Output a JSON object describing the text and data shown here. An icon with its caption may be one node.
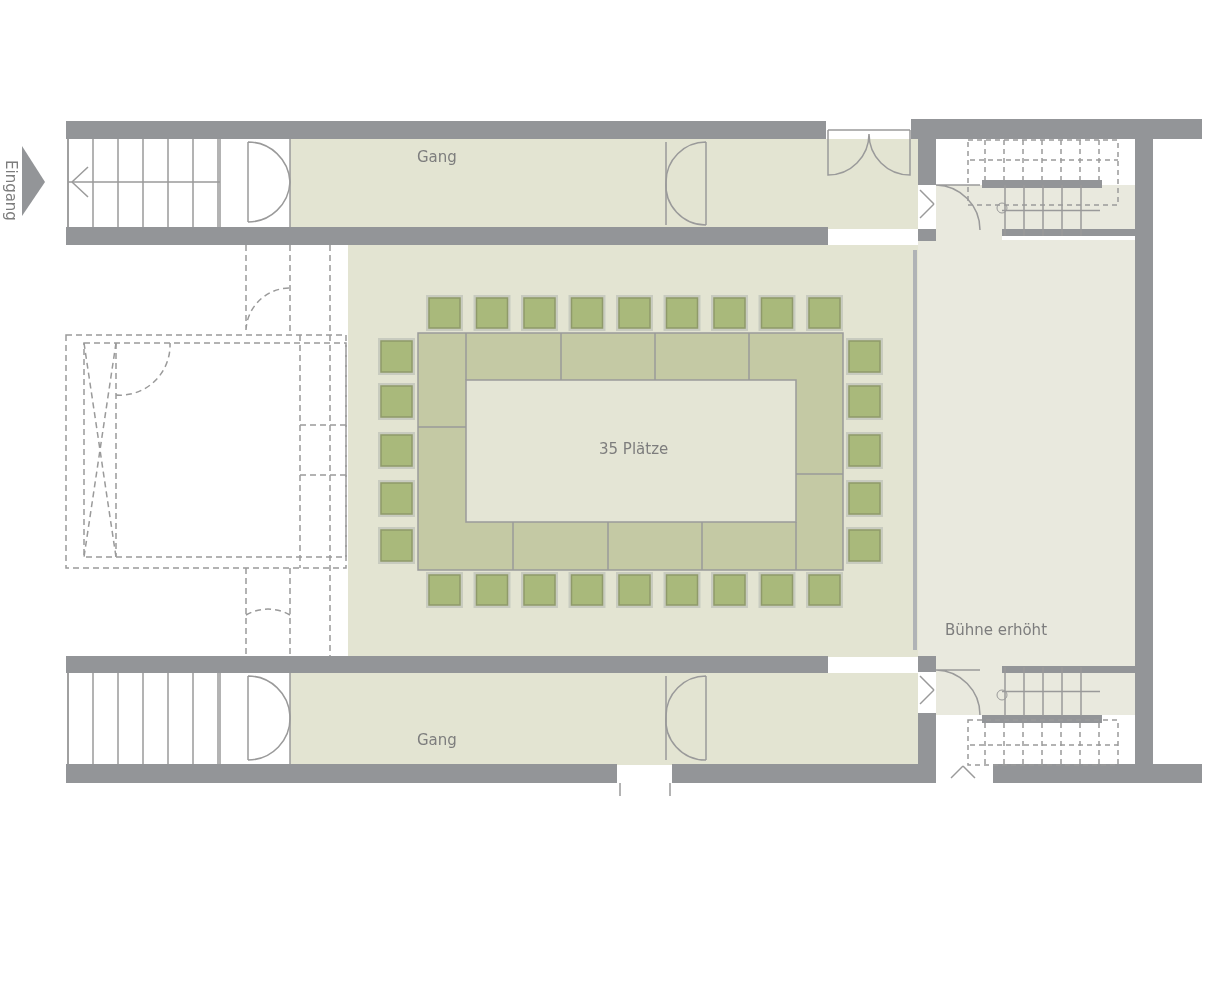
{
  "diagram": {
    "labels": [
      "Eingang",
      "Gang",
      "35 Plätze",
      "Bühne erhöht",
      "Gang"
    ]
  }
}
